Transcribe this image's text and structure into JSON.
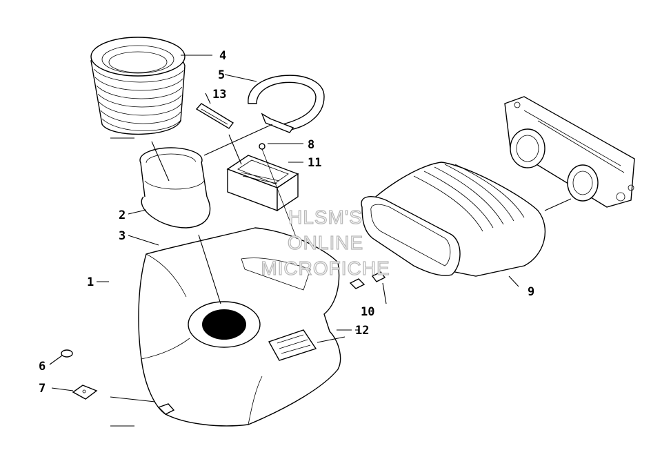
{
  "watermark": {
    "line1": "HLSM'S",
    "line2": "ONLINE",
    "line3": "MICROFICHE"
  },
  "callouts": [
    {
      "id": "1",
      "label": "1"
    },
    {
      "id": "2",
      "label": "2"
    },
    {
      "id": "3",
      "label": "3"
    },
    {
      "id": "4",
      "label": "4"
    },
    {
      "id": "5",
      "label": "5"
    },
    {
      "id": "6",
      "label": "6"
    },
    {
      "id": "7",
      "label": "7"
    },
    {
      "id": "8",
      "label": "8"
    },
    {
      "id": "9",
      "label": "9"
    },
    {
      "id": "10",
      "label": "10"
    },
    {
      "id": "11",
      "label": "11"
    },
    {
      "id": "12",
      "label": "12"
    },
    {
      "id": "13",
      "label": "13"
    }
  ]
}
